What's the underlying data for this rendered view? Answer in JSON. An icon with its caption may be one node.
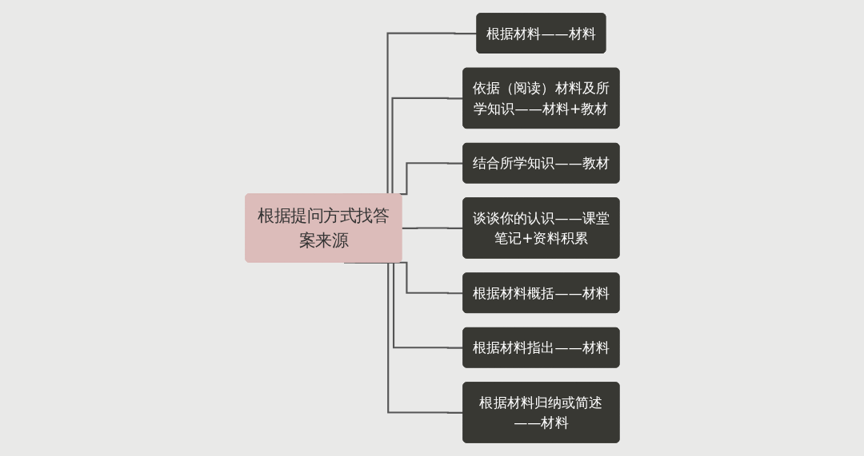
{
  "diagram": {
    "nodes": [
      {
        "text": [
          "根据提问方式找答案来源"
        ]
      },
      {
        "text": [
          "根据材料——材料"
        ]
      },
      {
        "text": [
          "依据（阅读）材料及所学知识——材料+教材"
        ]
      },
      {
        "text": [
          "结合所学知识——教材"
        ]
      },
      {
        "text": [
          "谈谈你的认识——课堂笔记+资料积累"
        ]
      },
      {
        "text": [
          "根据材料概括——材料"
        ]
      },
      {
        "text": [
          "根据材料指出——材料"
        ]
      },
      {
        "text": [
          "根据材料归纳或简述——材料"
        ]
      }
    ],
    "edges": [
      {
        "from": 0,
        "to": 1,
        "arrow": "none"
      },
      {
        "from": 0,
        "to": 2,
        "arrow": "none"
      },
      {
        "from": 0,
        "to": 3,
        "arrow": "none"
      },
      {
        "from": 0,
        "to": 4,
        "arrow": "none"
      },
      {
        "from": 0,
        "to": 5,
        "arrow": "none"
      },
      {
        "from": 0,
        "to": 6,
        "arrow": "none"
      },
      {
        "from": 0,
        "to": 7,
        "arrow": "none"
      }
    ]
  }
}
